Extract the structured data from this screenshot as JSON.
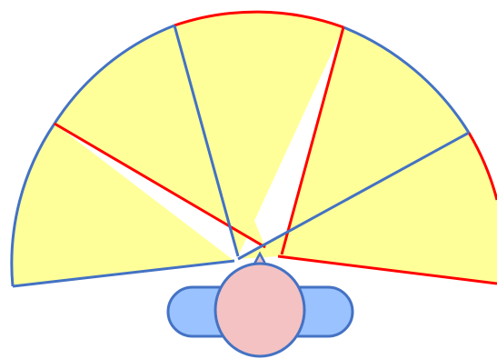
{
  "diagram": {
    "description_visible_text": "",
    "colors": {
      "sector_fill": "#FFFF99",
      "outline_blue": "#4472C4",
      "outline_red": "#FF0000",
      "head_fill": "#F4C2C2",
      "shoulders_fill": "#99C2FF",
      "background": "#FFFFFF"
    },
    "sectors": [
      {
        "id": "sector-1",
        "outer_edge_color": "blue",
        "left_edge_color": "blue",
        "right_edge_color": "red"
      },
      {
        "id": "sector-2",
        "outer_edge_color": "blue",
        "left_edge_color": "red",
        "right_edge_color": "blue"
      },
      {
        "id": "sector-3",
        "outer_edge_color": "red",
        "left_edge_color": "blue",
        "right_edge_color": "red"
      },
      {
        "id": "sector-4",
        "outer_edge_color": "blue",
        "left_edge_color": "red",
        "right_edge_color": "blue"
      },
      {
        "id": "sector-5",
        "outer_edge_color": "red",
        "left_edge_color": "blue",
        "right_edge_color": "red"
      }
    ],
    "figure": {
      "parts": [
        "head",
        "nose",
        "shoulders"
      ]
    }
  }
}
